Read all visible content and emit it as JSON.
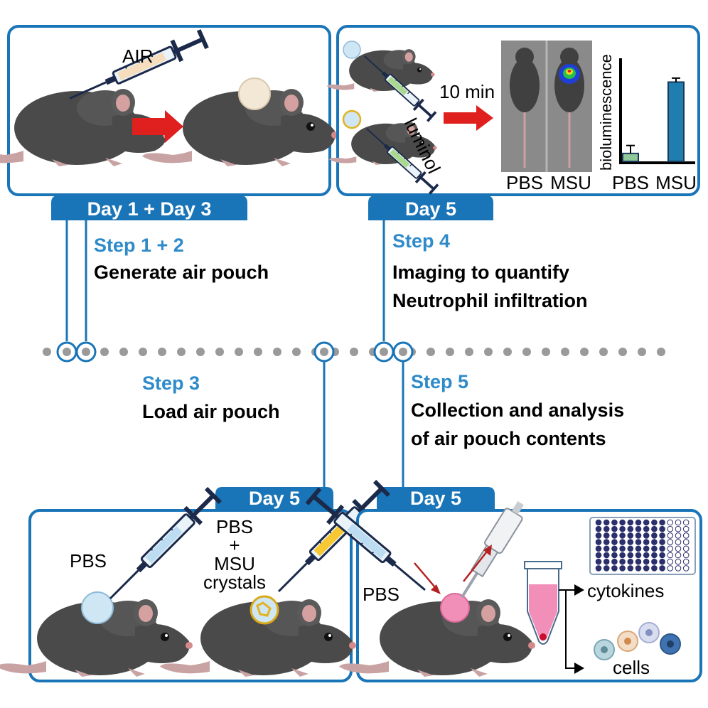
{
  "colors": {
    "accent": "#1a75b8",
    "step": "#2e8bc9",
    "mouse": "#4a4a4a",
    "arrow": "#e01f1f"
  },
  "panels": {
    "panel1": {
      "syringe_label": "AIR"
    },
    "panel2": {
      "time_label": "10 min",
      "reagent_label": "luminol",
      "image_labels": [
        "PBS",
        "MSU"
      ],
      "chart_ylabel": "bioluminescence",
      "chart_categories": [
        "PBS",
        "MSU"
      ]
    },
    "panel3": {
      "left_label": "PBS",
      "right_label_lines": [
        "PBS",
        "+",
        "MSU",
        "crystals"
      ]
    },
    "panel4": {
      "syringe_label": "PBS",
      "output1": "cytokines",
      "output2": "cells"
    }
  },
  "tags": {
    "t1": "Day 1 + Day 3",
    "t2": "Day 5",
    "t3": "Day 5",
    "t4": "Day 5"
  },
  "steps": {
    "s12": {
      "label": "Step 1 + 2",
      "desc": [
        "Generate air pouch"
      ]
    },
    "s4": {
      "label": "Step 4",
      "desc": [
        "Imaging to quantify",
        "Neutrophil infiltration"
      ]
    },
    "s3": {
      "label": "Step 3",
      "desc": [
        "Load air pouch"
      ]
    },
    "s5": {
      "label": "Step 5",
      "desc": [
        "Collection and analysis",
        "of air pouch contents"
      ]
    }
  },
  "chart_data": {
    "type": "bar",
    "categories": [
      "PBS",
      "MSU"
    ],
    "values": [
      1,
      10
    ],
    "errors": [
      1,
      0.5
    ],
    "ylabel": "bioluminescence",
    "ylim": [
      0,
      13
    ],
    "colors": [
      "#8fc99a",
      "#1f7db0"
    ]
  }
}
